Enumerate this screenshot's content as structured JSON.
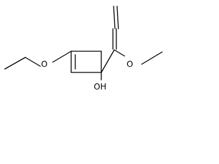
{
  "molecule": {
    "atoms": {
      "ether_oxygen": "O",
      "methoxy_oxygen": "O",
      "hydroxyl": "OH"
    }
  },
  "colors": {
    "bond": "#000000",
    "label": "#000000",
    "background": "#ffffff"
  }
}
